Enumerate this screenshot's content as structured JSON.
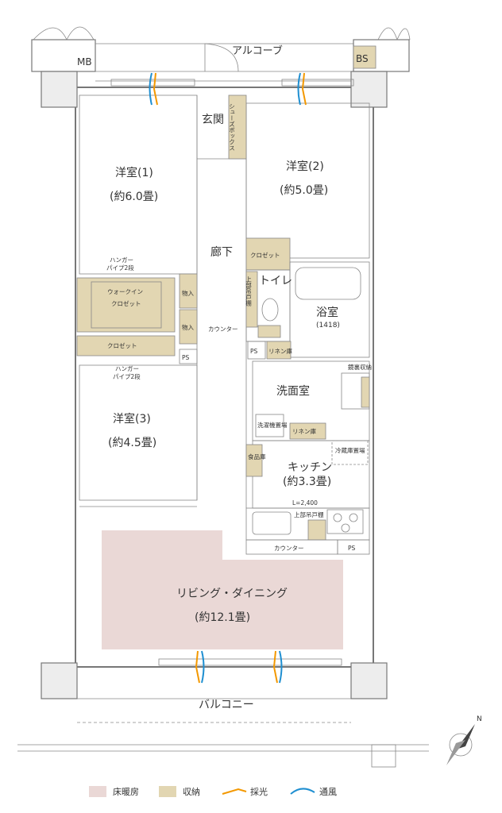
{
  "rooms": {
    "alcove": "アルコーブ",
    "mb": "MB",
    "bs": "BS",
    "genkan": "玄関",
    "shoe_box": "シューズボックス",
    "western1_name": "洋室(1)",
    "western1_size": "(約6.0畳)",
    "western2_name": "洋室(2)",
    "western2_size": "(約5.0畳)",
    "hallway": "廊下",
    "closet": "クロゼット",
    "toilet": "トイレ",
    "upper_shelf": "上部吊戸棚",
    "bath_name": "浴室",
    "bath_size": "(1418)",
    "hanger1_a": "ハンガー",
    "hanger1_b": "パイプ2段",
    "walkin_a": "ウォークイン",
    "walkin_b": "クロゼット",
    "storage": "物入",
    "counter": "カウンター",
    "ps": "PS",
    "linen_storage": "リネン庫",
    "hanger2_a": "ハンガー",
    "hanger2_b": "パイプ2段",
    "mirror_storage": "鏡裏収納",
    "washroom": "洗面室",
    "western3_name": "洋室(3)",
    "western3_size": "(約4.5畳)",
    "washer_space": "洗濯機置場",
    "fridge_space": "冷蔵庫置場",
    "pantry": "食品庫",
    "kitchen_name": "キッチン",
    "kitchen_size": "(約3.3畳)",
    "kitchen_length": "L=2,400",
    "kitchen_upper": "上部吊戸棚",
    "living_name": "リビング・ダイニング",
    "living_size": "(約12.1畳)",
    "balcony": "バルコニー",
    "north": "N"
  },
  "legend": {
    "items": [
      {
        "label": "床暖房",
        "swatch": "#ead8d6"
      },
      {
        "label": "収納",
        "swatch": "#e2d6b2"
      },
      {
        "label": "採光",
        "swatch": "#f39800"
      },
      {
        "label": "通風",
        "swatch": "#1f8fd1"
      }
    ]
  },
  "colors": {
    "wall": "#777777",
    "heating": "#ead8d6",
    "storage": "#e2d6b2",
    "light": "#f39800",
    "wind": "#1f8fd1"
  }
}
